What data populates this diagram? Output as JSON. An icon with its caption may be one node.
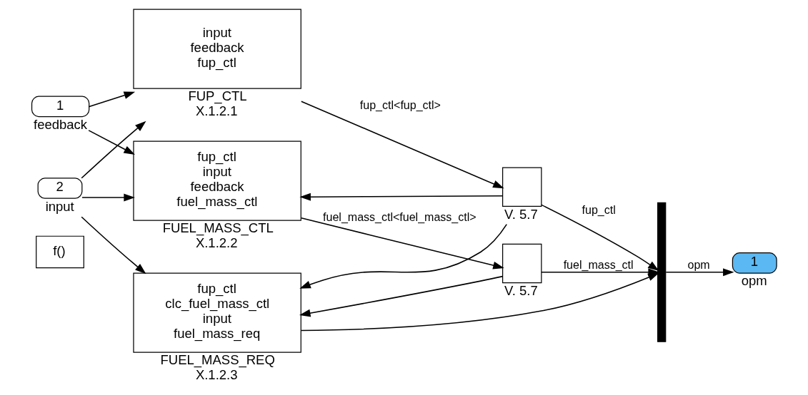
{
  "diagram": {
    "nodes": [
      {
        "text": [
          "f()"
        ]
      },
      {
        "text": [
          "1"
        ],
        "beside": [
          "feedback"
        ]
      },
      {
        "text": [
          "2"
        ],
        "beside": [
          "input"
        ]
      },
      {
        "text": [
          "input",
          "feedback",
          "fup_ctl"
        ],
        "beside": [
          "FUP_CTL",
          "X.1.2.1"
        ]
      },
      {
        "text": [
          "fup_ctl",
          "input",
          "feedback",
          "fuel_mass_ctl"
        ],
        "beside": [
          "FUEL_MASS_CTL",
          "X.1.2.2"
        ]
      },
      {
        "text": [
          "fup_ctl",
          "clc_fuel_mass_ctl",
          "input",
          "fuel_mass_req"
        ],
        "beside": [
          "FUEL_MASS_REQ",
          "X.1.2.3"
        ]
      },
      {
        "text": [],
        "shape": "box",
        "beside": [
          "V. 5.7"
        ]
      },
      {
        "text": [],
        "shape": "box",
        "beside": [
          "V. 5.7"
        ]
      },
      {
        "text": [],
        "shape": "bar"
      },
      {
        "text": [
          "1"
        ],
        "beside": [
          "opm"
        ]
      }
    ],
    "edges": [
      {
        "from": 1,
        "to": 3,
        "arrow": "to"
      },
      {
        "from": 1,
        "to": 4,
        "arrow": "to"
      },
      {
        "from": 2,
        "to": 3,
        "arrow": "to"
      },
      {
        "from": 2,
        "to": 4,
        "arrow": "to"
      },
      {
        "from": 2,
        "to": 5,
        "arrow": "to"
      },
      {
        "from": 3,
        "to": 6,
        "arrow": "to",
        "label": "fup_ctl<fup_ctl>"
      },
      {
        "from": 6,
        "to": 8,
        "arrow": "to",
        "label": "fup_ctl"
      },
      {
        "from": 6,
        "to": 5,
        "arrow": "to"
      },
      {
        "from": 6,
        "to": 4,
        "arrow": "to"
      },
      {
        "from": 4,
        "to": 7,
        "arrow": "to",
        "label": "fuel_mass_ctl<fuel_mass_ctl>"
      },
      {
        "from": 7,
        "to": 8,
        "arrow": "to",
        "label": "fuel_mass_ctl"
      },
      {
        "from": 7,
        "to": 5,
        "arrow": "to"
      },
      {
        "from": 5,
        "to": 8,
        "arrow": "to"
      },
      {
        "from": 8,
        "to": 9,
        "arrow": "to",
        "label": "opm"
      }
    ]
  }
}
